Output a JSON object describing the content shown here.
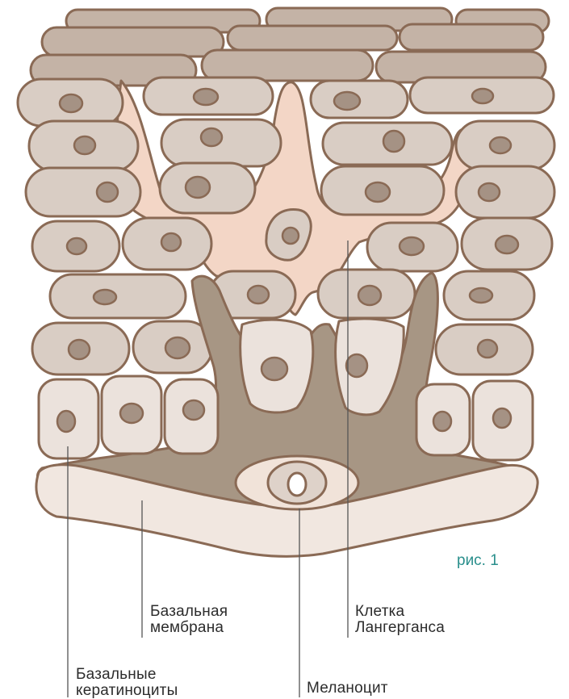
{
  "figure_label": "рис. 1",
  "labels": {
    "basal_membrane": [
      "Базальная",
      "мембрана"
    ],
    "langerhans": [
      "Клетка",
      "Лангерганса"
    ],
    "basal_keratinocytes": [
      "Базальные",
      "кератиноциты"
    ],
    "melanocyte": "Меланоцит"
  },
  "colors": {
    "outline": "#8a6a55",
    "flat_cell": "#c4b3a6",
    "spinous_cell": "#d9cdc4",
    "basal_cell": "#ebe2dc",
    "nucleus": "#a59284",
    "langerhans_cell": "#f3d6c6",
    "melanocyte": "#a79684",
    "membrane": "#f1e7e0",
    "leader_line": "#555555",
    "figure_label": "#2a8f8c"
  }
}
